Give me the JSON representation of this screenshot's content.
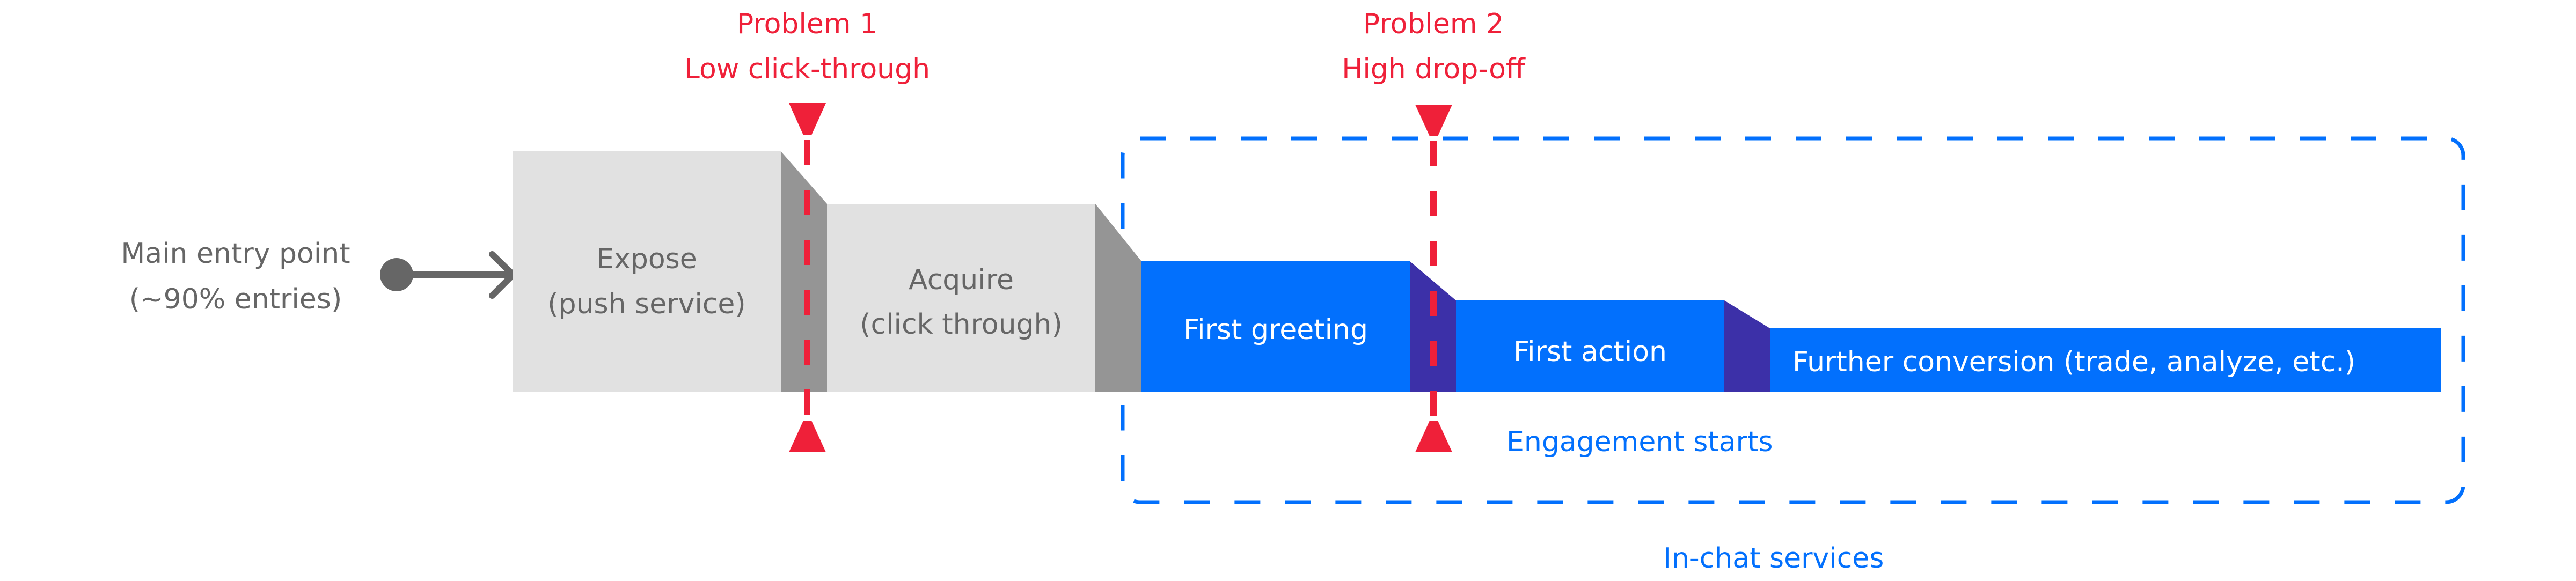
{
  "colors": {
    "stage_light": "#e1e1e1",
    "stage_dark": "#959595",
    "engaged_fill": "#0270fd",
    "engaged_step": "#3c30a8",
    "problem_red": "#ef2039",
    "text_gray": "#666666",
    "accent_blue": "#0270fd"
  },
  "entry": {
    "line1": "Main entry point",
    "line2": "(~90% entries)",
    "icon": "arrow-right-icon"
  },
  "stages": [
    {
      "id": "expose",
      "line1": "Expose",
      "line2": "(push service)",
      "style": "gray"
    },
    {
      "id": "acquire",
      "line1": "Acquire",
      "line2": "(click through)",
      "style": "gray"
    },
    {
      "id": "first-greeting",
      "line1": "First greeting",
      "style": "blue"
    },
    {
      "id": "first-action",
      "line1": "First action",
      "style": "blue"
    },
    {
      "id": "further-conversion",
      "line1": "Further conversion (trade, analyze, etc.)",
      "style": "blue"
    }
  ],
  "problems": [
    {
      "title": "Problem 1",
      "subtitle": "Low click-through",
      "between": [
        "Expose",
        "Acquire"
      ]
    },
    {
      "title": "Problem 2",
      "subtitle": "High drop-off",
      "between": [
        "First greeting",
        "First action"
      ]
    }
  ],
  "engagement_label": "Engagement starts",
  "group": {
    "label": "In-chat services"
  }
}
